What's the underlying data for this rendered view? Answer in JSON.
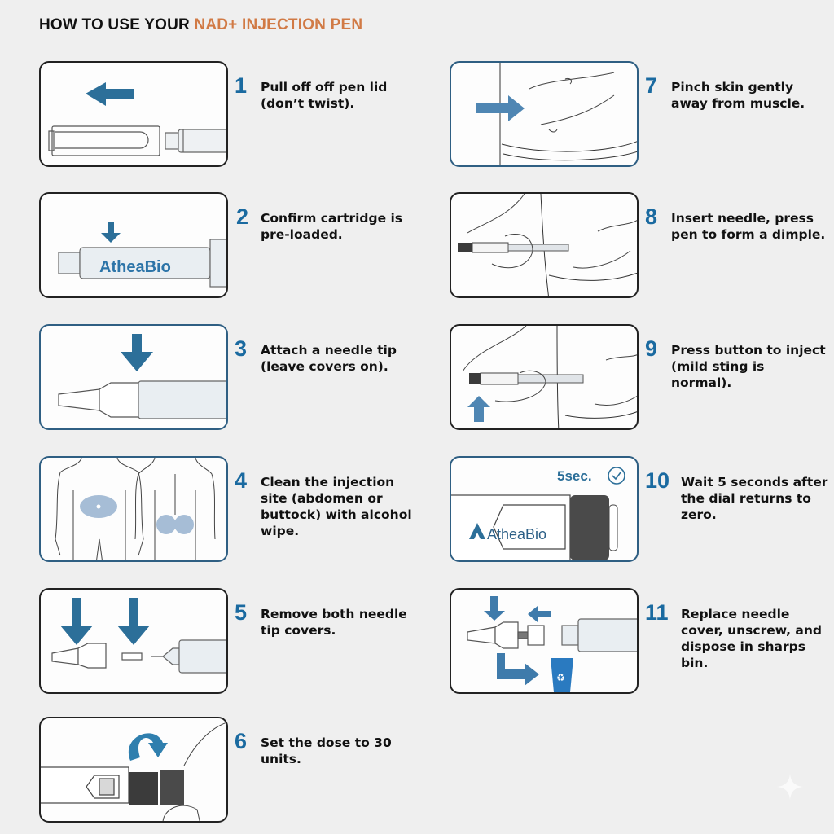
{
  "header": {
    "title_prefix": "HOW TO USE YOUR ",
    "title_accent": "NAD+ INJECTION PEN",
    "accent_color": "#d17a45"
  },
  "brand": {
    "name": "AtheaBio",
    "primary_color": "#1a6aa0"
  },
  "steps": [
    {
      "number": "1",
      "text": "Pull off off pen lid (don’t twist)."
    },
    {
      "number": "2",
      "text": "Confirm cartridge is pre-loaded.",
      "label": "AtheaBio"
    },
    {
      "number": "3",
      "text": "Attach a needle tip (leave covers on)."
    },
    {
      "number": "4",
      "text": "Clean the injection site (abdomen or buttock) with alcohol wipe."
    },
    {
      "number": "5",
      "text": "Remove both needle tip covers."
    },
    {
      "number": "6",
      "text": "Set the dose to 30 units."
    },
    {
      "number": "7",
      "text": "Pinch skin gently away from muscle."
    },
    {
      "number": "8",
      "text": "Insert needle, press pen to form a dimple."
    },
    {
      "number": "9",
      "text": "Press button to inject (mild sting is normal)."
    },
    {
      "number": "10",
      "text": "Wait 5 seconds after the dial returns to zero.",
      "timer_label": "5sec.",
      "label": "AtheaBio"
    },
    {
      "number": "11",
      "text": "Replace needle cover, unscrew, and dispose in sharps bin."
    }
  ]
}
